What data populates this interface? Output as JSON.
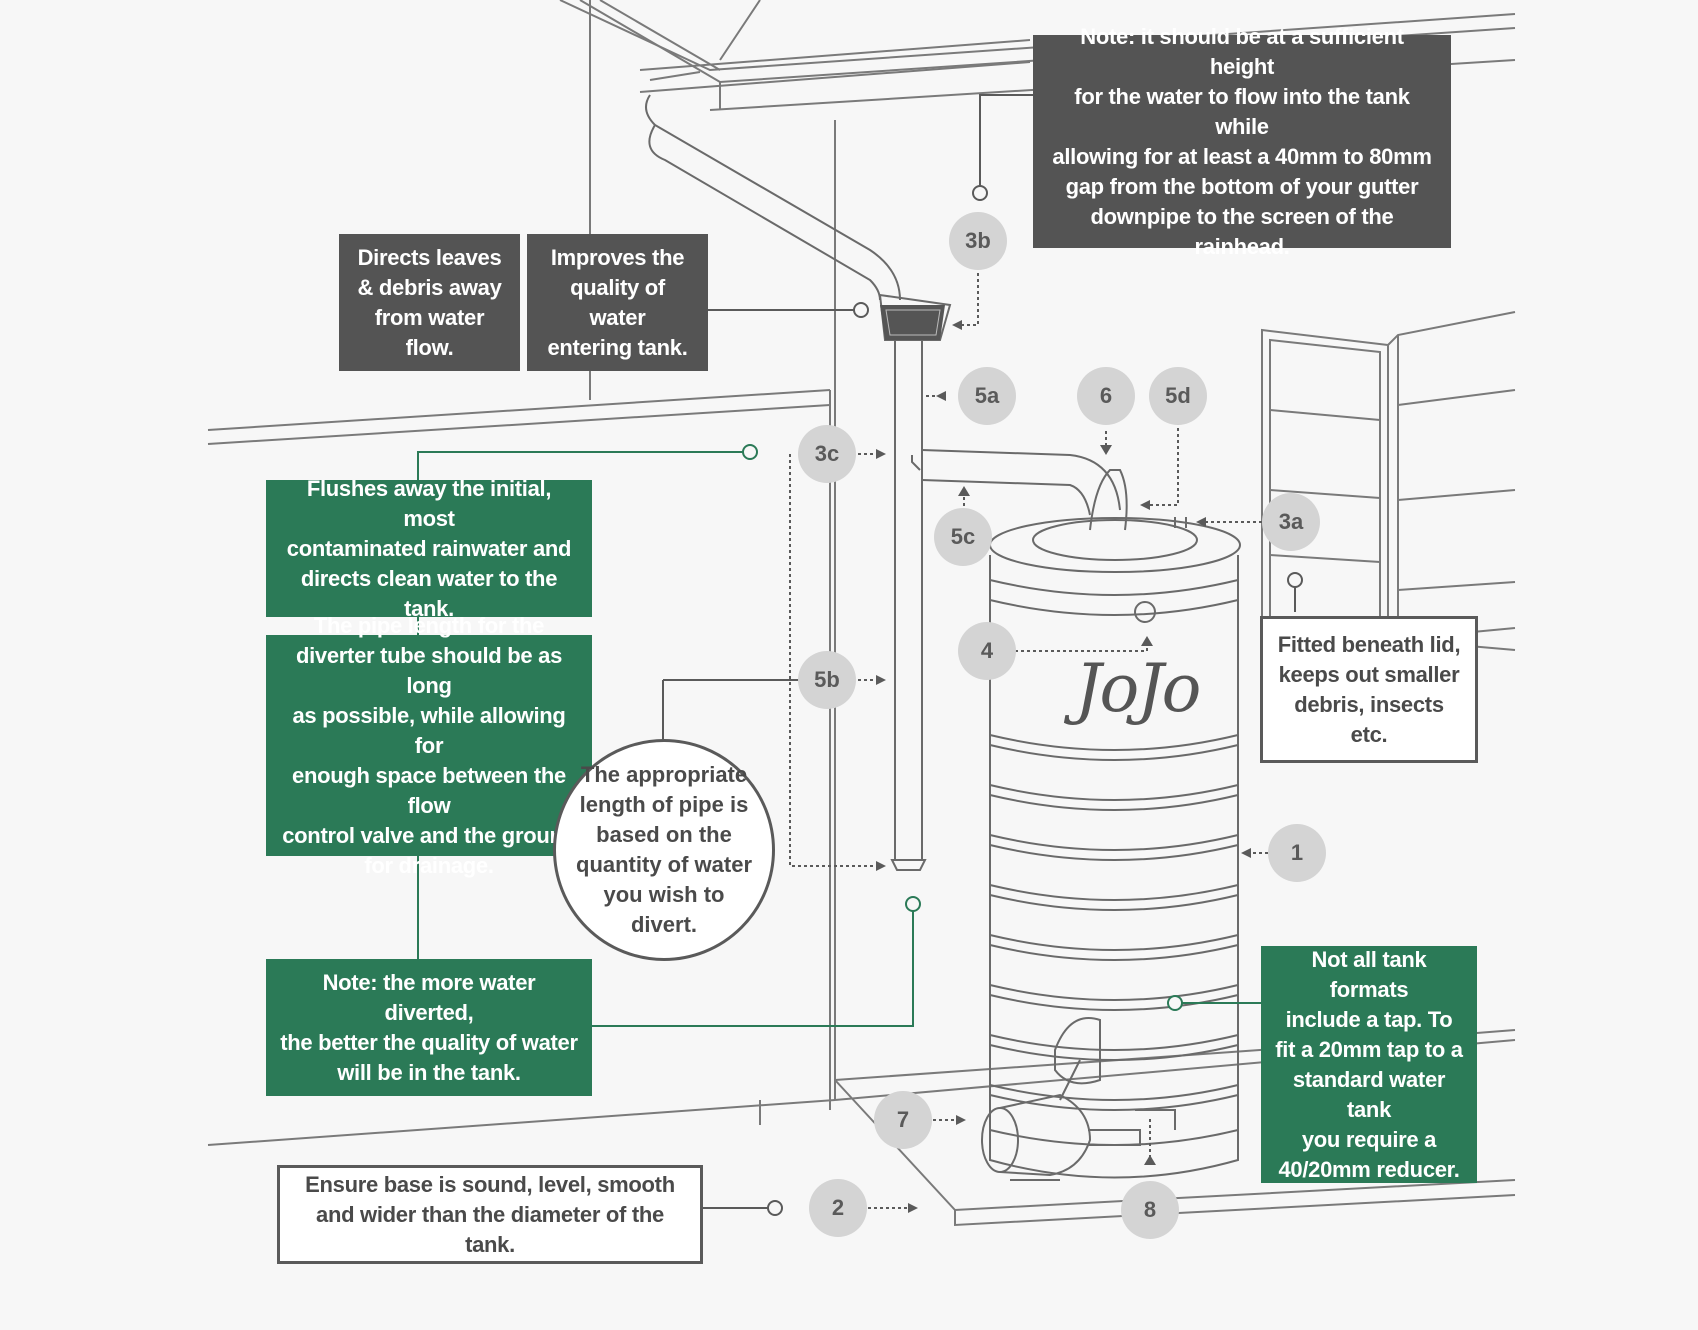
{
  "brand_logo": "JoJo",
  "callouts": {
    "gap_note": [
      "Note: it should be at a sufficient height",
      "for the water to flow into the tank while",
      "allowing for at least a 40mm to 80mm",
      "gap from the bottom of your gutter",
      "downpipe to the screen of the rainhead."
    ],
    "leaves_debris": [
      "Directs leaves",
      "& debris away",
      "from water flow."
    ],
    "water_quality": [
      "Improves the",
      "quality of water",
      "entering tank."
    ],
    "flushes_away": [
      "Flushes away the initial, most",
      "contaminated rainwater and",
      "directs clean water to the tank."
    ],
    "pipe_length": [
      "The pipe length for the",
      "diverter tube should be as long",
      "as possible, while allowing for",
      "enough space between the flow",
      "control valve and the ground",
      "for drainage."
    ],
    "appropriate_length": [
      "The appropriate",
      "length of pipe is",
      "based on the",
      "quantity of water",
      "you wish to divert."
    ],
    "more_water": [
      "Note: the more water diverted,",
      "the better the quality of water",
      "will be in the tank."
    ],
    "base_note": [
      "Ensure base is sound, level, smooth",
      "and wider than the diameter of the tank."
    ],
    "fitted_lid": [
      "Fitted beneath lid,",
      "keeps out smaller",
      "debris, insects etc."
    ],
    "tap_note": [
      "Not all tank formats",
      "include a tap. To",
      "fit a 20mm tap to a",
      "standard water tank",
      "you require a",
      "40/20mm reducer."
    ]
  },
  "badges": [
    "3b",
    "5a",
    "6",
    "5d",
    "3c",
    "5c",
    "3a",
    "4",
    "5b",
    "1",
    "7",
    "2",
    "8"
  ]
}
